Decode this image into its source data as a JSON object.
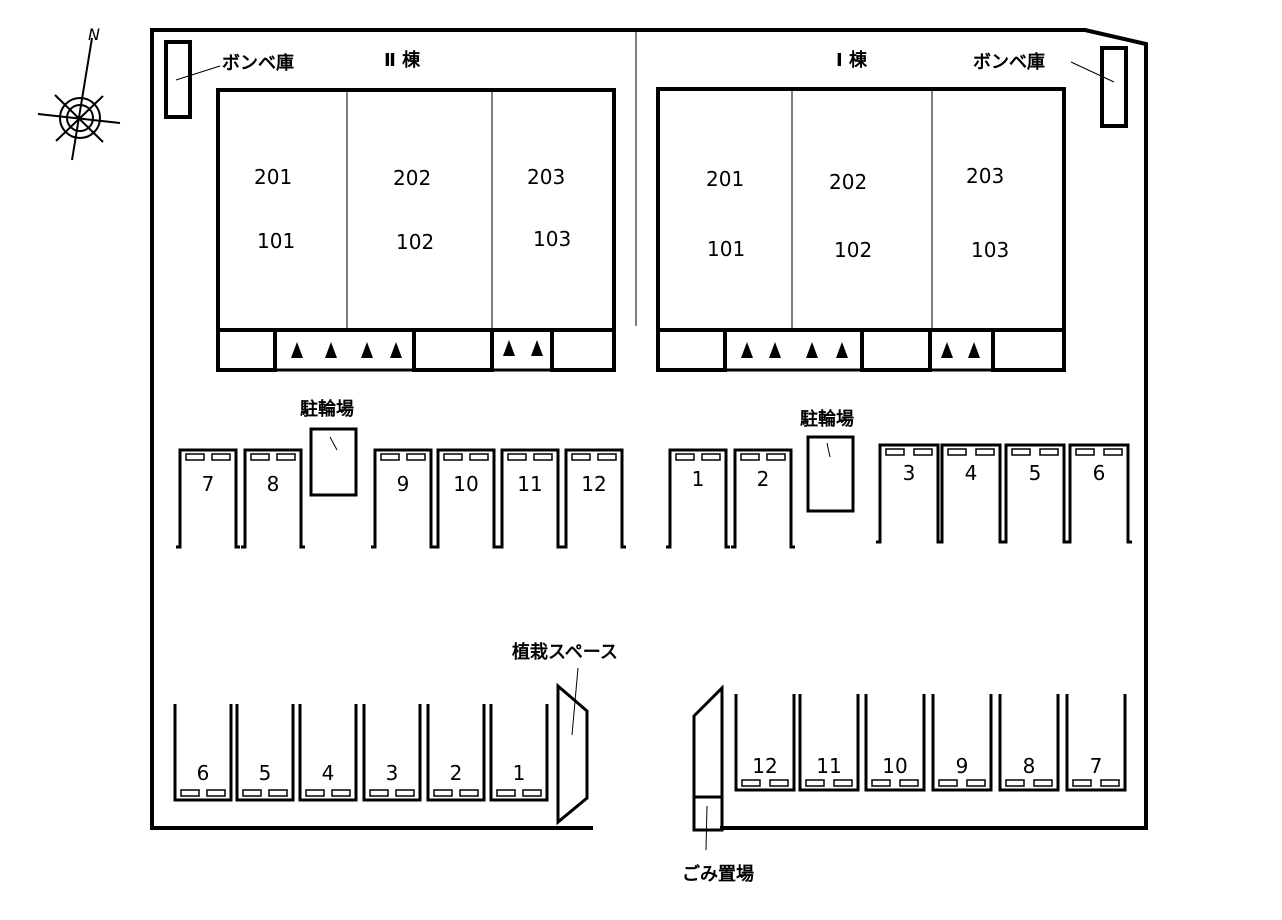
{
  "compass": {
    "north_label": "N"
  },
  "building_2": {
    "title": "Ⅱ 棟",
    "gas_label": "ボンベ庫",
    "units": [
      {
        "upper": "201",
        "lower": "101"
      },
      {
        "upper": "202",
        "lower": "102"
      },
      {
        "upper": "203",
        "lower": "103"
      }
    ]
  },
  "building_1": {
    "title": "Ⅰ 棟",
    "gas_label": "ボンベ庫",
    "units": [
      {
        "upper": "201",
        "lower": "101"
      },
      {
        "upper": "202",
        "lower": "102"
      },
      {
        "upper": "203",
        "lower": "103"
      }
    ]
  },
  "bicycle_parking_label": "駐輪場",
  "planting_label": "植栽スペース",
  "garbage_label": "ごみ置場",
  "parking": {
    "upper_left": [
      "7",
      "8",
      "9",
      "10",
      "11",
      "12"
    ],
    "upper_right": [
      "1",
      "2",
      "3",
      "4",
      "5",
      "6"
    ],
    "lower_left": [
      "6",
      "5",
      "4",
      "3",
      "2",
      "1"
    ],
    "lower_right": [
      "12",
      "11",
      "10",
      "9",
      "8",
      "7"
    ]
  }
}
